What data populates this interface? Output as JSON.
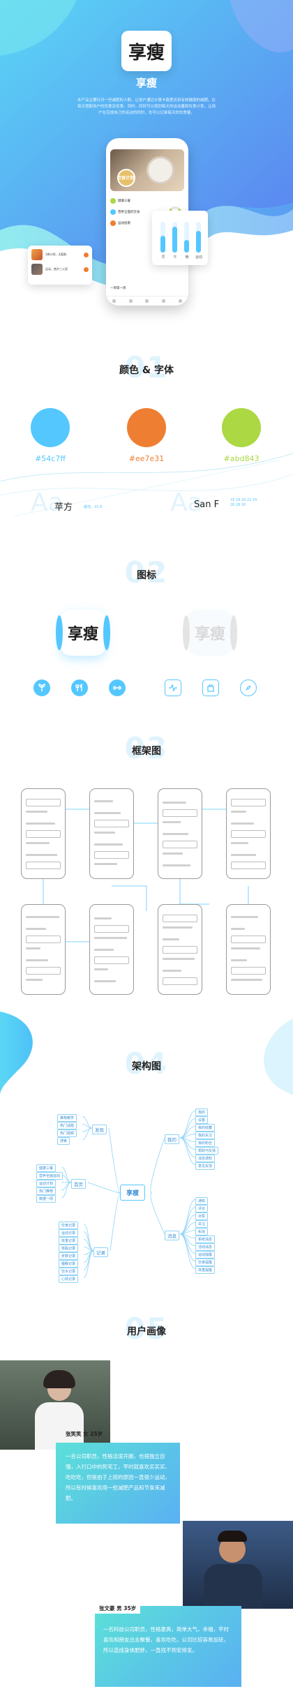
{
  "brand": {
    "logo_text": "享瘦",
    "app_name": "享瘦",
    "description": "本产品主要针对一些减肥的人群。让用户通过计算卡路里达到有效健康的减肥。在每天搭配用户的饮食及饮食。同时，同时可以规划每天的运动量和饮食计划，让用户在完成自己的运动的同时，也可以记录每天的饮食量。"
  },
  "colors": {
    "blue": "#54c7ff",
    "orange": "#ee7e31",
    "green": "#abd843"
  },
  "phone": {
    "banner_label": "饮食计划",
    "rows": [
      "健康三餐",
      "营养全面的饮食",
      "运动指南"
    ],
    "tab_label": "一周第一周"
  },
  "float_card": {
    "items": [
      "3周计划，无脂肪",
      "运动，跑步三公里"
    ]
  },
  "stats": {
    "labels": [
      "早",
      "午",
      "晚",
      "运动"
    ],
    "values": [
      0.55,
      0.85,
      0.4,
      0.7
    ]
  },
  "section1": {
    "num": "01",
    "title": "颜色 & 字体",
    "swatches": [
      {
        "hex": "#54c7ff"
      },
      {
        "hex": "#ee7e31"
      },
      {
        "hex": "#abd843"
      }
    ],
    "font_cn": {
      "sample": "Aa",
      "name": "苹方",
      "sub": "最佳，15.8"
    },
    "font_en": {
      "sample": "Aa",
      "name": "San F",
      "sub": "16 18 20 22 24 26 28 30"
    }
  },
  "section2": {
    "num": "02",
    "title": "图标",
    "icon_text": "享瘦"
  },
  "section3": {
    "num": "03",
    "title": "框架图"
  },
  "section4": {
    "num": "04",
    "title": "架构图",
    "center": "享瘦",
    "branches": {
      "left_top": {
        "label": "发现",
        "items": [
          "推荐教学",
          "热门话题",
          "热门视频",
          "搜索"
        ]
      },
      "left_mid": {
        "label": "首页",
        "items": [
          "健康三餐",
          "营养全面运动",
          "运动计划",
          "热门推荐",
          "数据一周"
        ]
      },
      "left_bot": {
        "label": "记录",
        "items": [
          "饮食记录",
          "运动记录",
          "体重记录",
          "体脂记录",
          "步数记录",
          "睡眠记录",
          "饮水记录",
          "心情记录"
        ]
      },
      "right_top": {
        "label": "我的",
        "items": [
          "我的",
          "设置",
          "我的收藏",
          "我的关注",
          "我的粉丝",
          "帮助与反馈",
          "消息通知",
          "意见反馈"
        ]
      },
      "right_bot": {
        "label": "消息",
        "items": [
          "通知",
          "评论",
          "点赞",
          "关注",
          "私信",
          "系统消息",
          "活动消息",
          "运动提醒",
          "饮食提醒",
          "体重提醒"
        ]
      }
    }
  },
  "section5": {
    "num": "05",
    "title": "用户画像",
    "personas": [
      {
        "name": "张笑笑  女 25岁",
        "text": "一名公司职员，性格活泼开朗，也很独立自强，入行口中的死宅工，平时就喜欢买买买、吃吃吃，但是由于上班的原因一直很少运动，所以有时候喜欢用一些减肥产品和节食来减肥。"
      },
      {
        "name": "张文豪  男 35岁",
        "text": "一名科技公司职员，性格豪爽，简单大气，幸福，平时喜欢和朋友出去聚餐，喜欢吃吃，公司比较容易加班，所以造成身体肥胖，一直找不到安排发。"
      }
    ]
  }
}
